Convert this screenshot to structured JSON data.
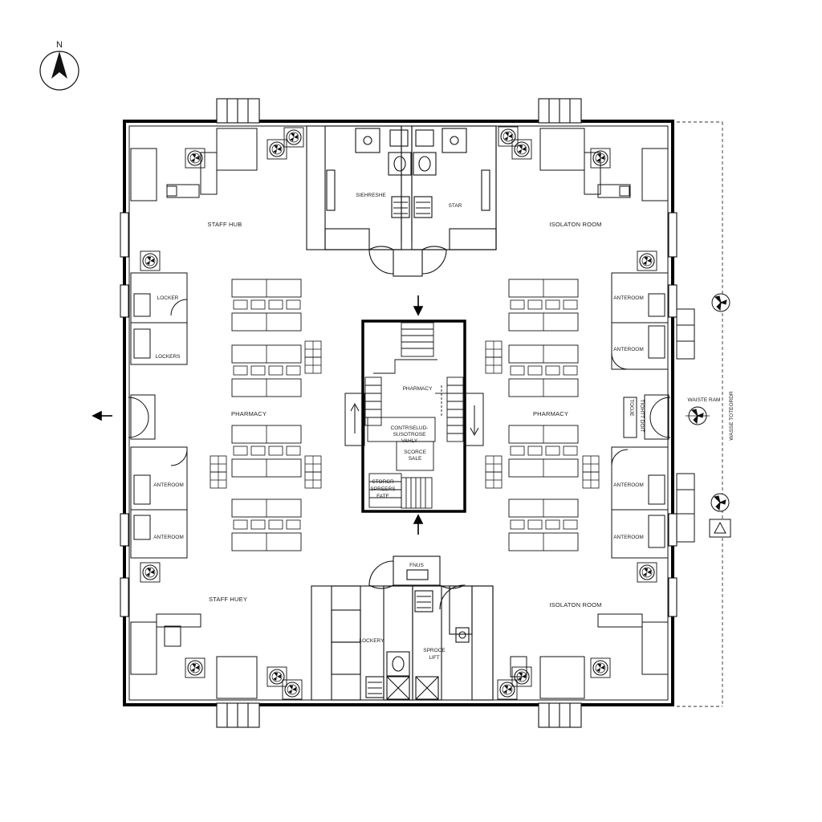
{
  "compass": {
    "north_label": "N"
  },
  "rooms": {
    "staff_hub_top": "STAFF HUB",
    "staff_hub_bottom": "STAFF HUEY",
    "isolation_top": "ISOLATON ROOM",
    "isolation_bottom": "ISOLATON ROOM",
    "pharmacy_left": "PHARMACY",
    "pharmacy_right": "PHARMACY",
    "pharmacy_core": "PHARMACY",
    "controlled_vault_line1": "CONTRSELUD-",
    "controlled_vault_line2": "SUSOTROSE",
    "controlled_vault_line3": "VAHLY",
    "core_small_line1": "SCORCE",
    "core_small_line2": "SALE",
    "core_stair_line1": "STORCR",
    "core_stair_line2": "SPREERS",
    "core_stair_line3": "FATE",
    "top_service_left": "SIEHRESHE",
    "top_service_right": "STAR",
    "locker_left_1": "LOCKER",
    "locker_left_2": "LOCKERS",
    "anteroom_left_1": "ANTEROOM",
    "anteroom_left_2": "ANTEROOM",
    "anteroom_right_1": "ANTEROOM",
    "anteroom_right_2": "ANTEROOM",
    "anteroom_right_3": "ANTEROOM",
    "anteroom_right_4": "ANTEROOM",
    "right_door_line1": "TOOJE",
    "right_door_line2": "TIOHTT DOIT",
    "bottom_lockers": "LOCKERY",
    "bottom_lift_line1": "SPROCE",
    "bottom_lift_line2": "LIFT",
    "bottom_entry": "FNUS"
  },
  "annotations": {
    "waste_ram": "WAISTE RAM",
    "waste_vertical": "WASSE TOTEORDR"
  },
  "icons": [
    "north-arrow-icon",
    "exhaust-fan-icon",
    "chemical-hazard-icon",
    "direction-arrow-icon",
    "stair-icon",
    "fixture-icon"
  ]
}
